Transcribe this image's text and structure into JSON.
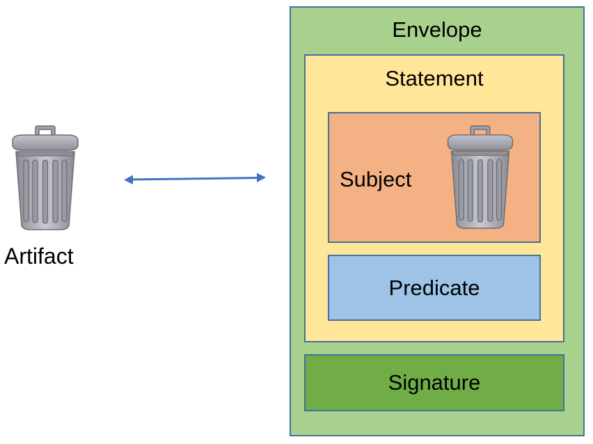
{
  "diagram": {
    "artifact": {
      "label": "Artifact",
      "icon": "trash-can-icon"
    },
    "relation": {
      "type": "bidirectional-arrow",
      "color": "#4472c4"
    },
    "envelope": {
      "label": "Envelope",
      "color": "#a9d18e",
      "statement": {
        "label": "Statement",
        "color": "#ffe699",
        "subject": {
          "label": "Subject",
          "icon": "trash-can-icon",
          "color": "#f4b183"
        },
        "predicate": {
          "label": "Predicate",
          "color": "#9dc3e6"
        }
      },
      "signature": {
        "label": "Signature",
        "color": "#70ad47"
      }
    },
    "border_color": "#41719c"
  }
}
